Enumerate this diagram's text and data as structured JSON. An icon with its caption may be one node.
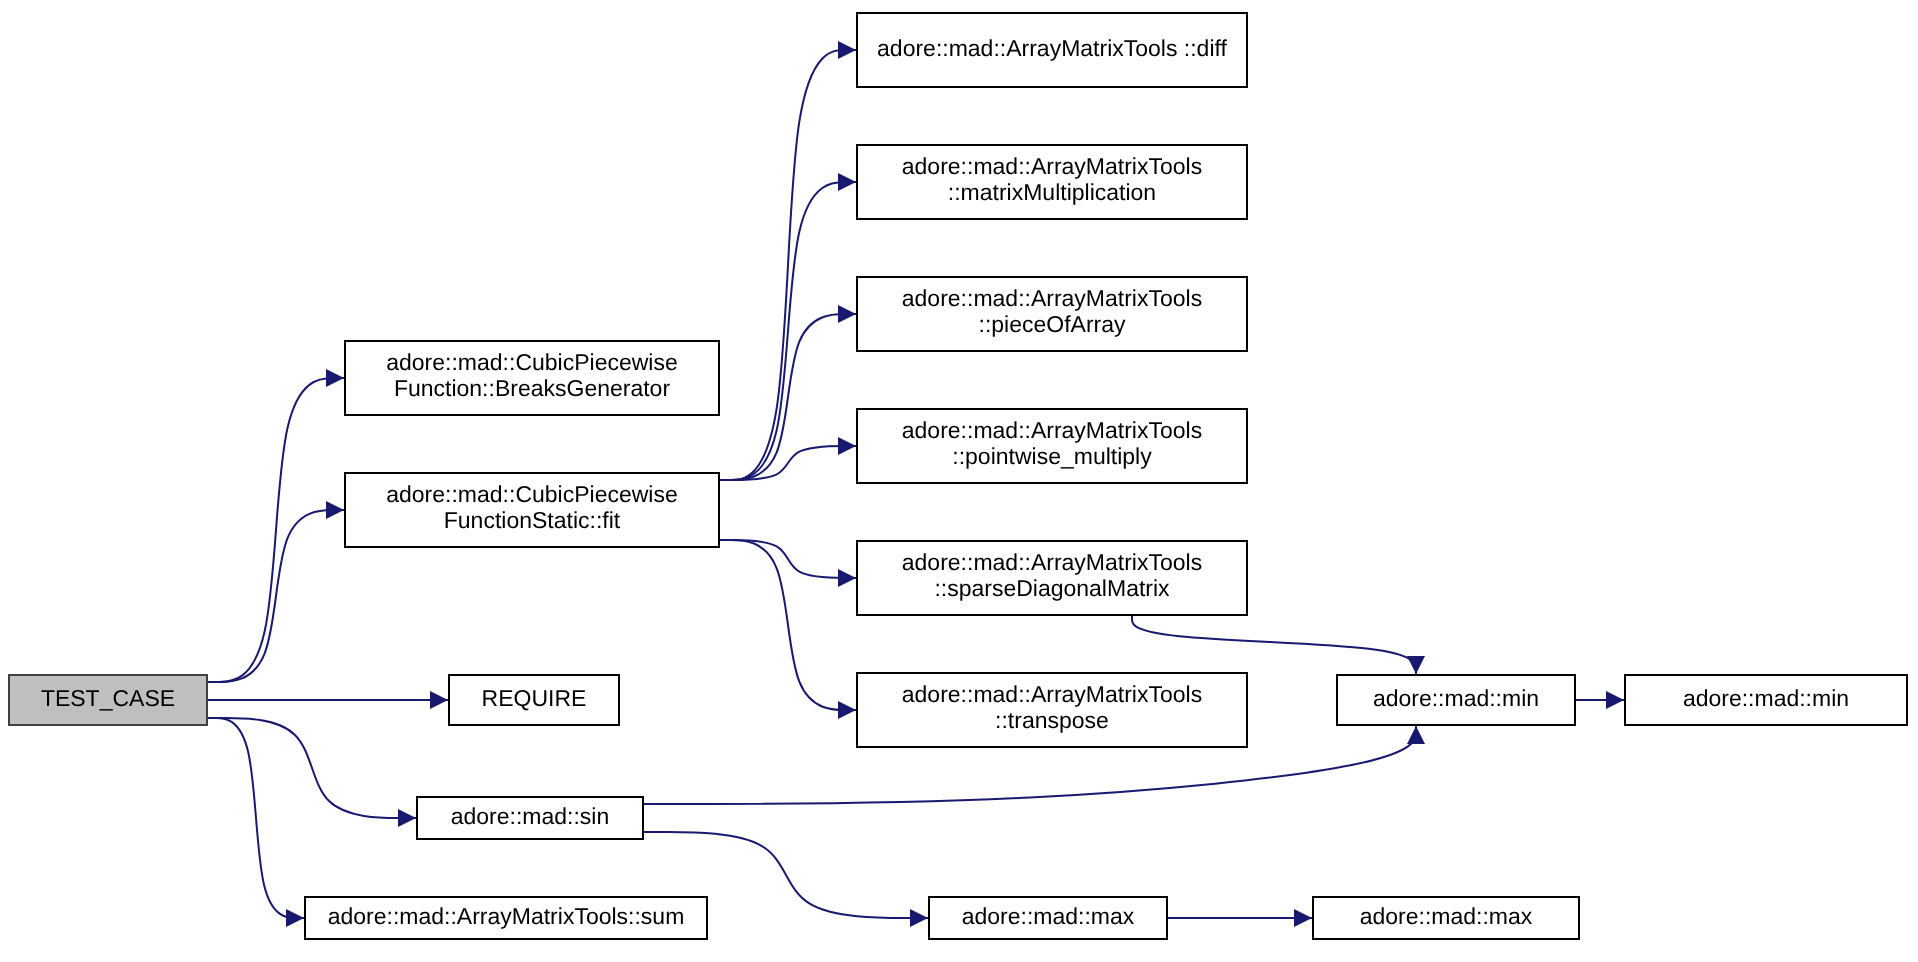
{
  "diagram": {
    "nodes": [
      {
        "text": [
          "TEST_CASE"
        ]
      },
      {
        "text": [
          "adore::mad::CubicPiecewise Function::BreaksGenerator"
        ]
      },
      {
        "text": [
          "adore::mad::CubicPiecewise FunctionStatic::fit"
        ]
      },
      {
        "text": [
          "REQUIRE"
        ]
      },
      {
        "text": [
          "adore::mad::sin"
        ]
      },
      {
        "text": [
          "adore::mad::ArrayMatrixTools::sum"
        ]
      },
      {
        "text": [
          "adore::mad::ArrayMatrixTools ::diff"
        ]
      },
      {
        "text": [
          "adore::mad::ArrayMatrixTools ::matrixMultiplication"
        ]
      },
      {
        "text": [
          "adore::mad::ArrayMatrixTools ::pieceOfArray"
        ]
      },
      {
        "text": [
          "adore::mad::ArrayMatrixTools ::pointwise_multiply"
        ]
      },
      {
        "text": [
          "adore::mad::ArrayMatrixTools ::sparseDiagonalMatrix"
        ]
      },
      {
        "text": [
          "adore::mad::ArrayMatrixTools ::transpose"
        ]
      },
      {
        "text": [
          "adore::mad::min"
        ]
      },
      {
        "text": [
          "adore::mad::min"
        ]
      },
      {
        "text": [
          "adore::mad::max"
        ]
      },
      {
        "text": [
          "adore::mad::max"
        ]
      }
    ],
    "edges": [
      {
        "from": 0,
        "to": 1,
        "arrow": "to"
      },
      {
        "from": 0,
        "to": 2,
        "arrow": "to"
      },
      {
        "from": 0,
        "to": 3,
        "arrow": "to"
      },
      {
        "from": 0,
        "to": 4,
        "arrow": "to"
      },
      {
        "from": 0,
        "to": 5,
        "arrow": "to"
      },
      {
        "from": 2,
        "to": 6,
        "arrow": "to"
      },
      {
        "from": 2,
        "to": 7,
        "arrow": "to"
      },
      {
        "from": 2,
        "to": 8,
        "arrow": "to"
      },
      {
        "from": 2,
        "to": 9,
        "arrow": "to"
      },
      {
        "from": 2,
        "to": 10,
        "arrow": "to"
      },
      {
        "from": 2,
        "to": 11,
        "arrow": "to"
      },
      {
        "from": 10,
        "to": 12,
        "arrow": "to"
      },
      {
        "from": 12,
        "to": 13,
        "arrow": "to"
      },
      {
        "from": 4,
        "to": 12,
        "arrow": "to"
      },
      {
        "from": 4,
        "to": 14,
        "arrow": "to"
      },
      {
        "from": 14,
        "to": 15,
        "arrow": "to"
      }
    ]
  }
}
